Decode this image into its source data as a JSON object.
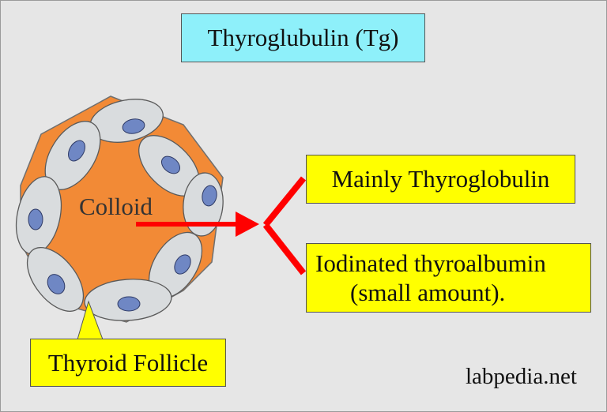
{
  "title": "Thyroglubulin (Tg)",
  "labels": {
    "colloid": "Colloid",
    "mainly": "Mainly Thyroglobulin",
    "iodinated_line1": "Iodinated thyroalbumin",
    "iodinated_line2": "(small amount).",
    "follicle": "Thyroid Follicle"
  },
  "watermark": "labpedia.net",
  "colors": {
    "background": "#e6e6e6",
    "title_box": "#8ef0fa",
    "label_box": "#ffff00",
    "colloid": "#f28a36",
    "cell": "#d9dcde",
    "nucleus": "#6f87c4",
    "arrow": "#ff0000"
  }
}
